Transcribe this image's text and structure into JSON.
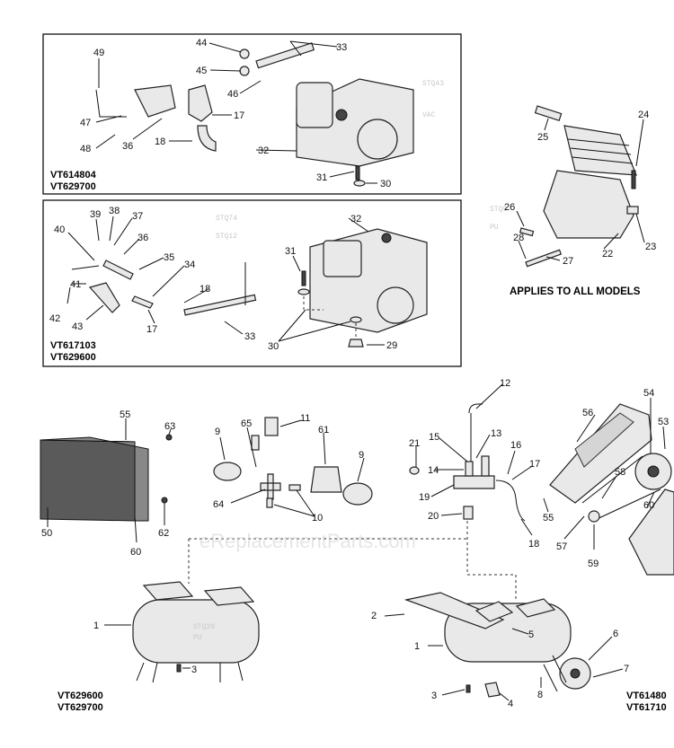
{
  "models": {
    "box1_line1": "VT614804",
    "box1_line2": "VT629700",
    "box2_line1": "VT617103",
    "box2_line2": "VT629600",
    "tank_left_line1": "VT629600",
    "tank_left_line2": "VT629700",
    "tank_right_line1": "VT61480",
    "tank_right_line2": "VT61710"
  },
  "applies_note": "APPLIES TO ALL MODELS",
  "watermark": "eReplacementParts.com",
  "callouts": {
    "box1": [
      "49",
      "44",
      "45",
      "33",
      "47",
      "46",
      "48",
      "36",
      "17",
      "18",
      "32",
      "31",
      "30"
    ],
    "box2": [
      "39",
      "38",
      "37",
      "40",
      "36",
      "32",
      "35",
      "31",
      "34",
      "41",
      "18",
      "42",
      "43",
      "17",
      "33",
      "30",
      "29"
    ],
    "pump": [
      "24",
      "25",
      "26",
      "22",
      "28",
      "23",
      "27"
    ],
    "tank_left": [
      "55",
      "50",
      "60",
      "63",
      "62",
      "9",
      "65",
      "11",
      "61",
      "9",
      "64",
      "10",
      "1",
      "3"
    ],
    "manifold": [
      "12",
      "13",
      "15",
      "21",
      "16",
      "14",
      "17",
      "19",
      "20",
      "18",
      "55"
    ],
    "belt": [
      "54",
      "56",
      "53",
      "58",
      "60",
      "57",
      "59"
    ],
    "tank_right": [
      "2",
      "5",
      "1",
      "6",
      "7",
      "3",
      "4",
      "8"
    ]
  }
}
